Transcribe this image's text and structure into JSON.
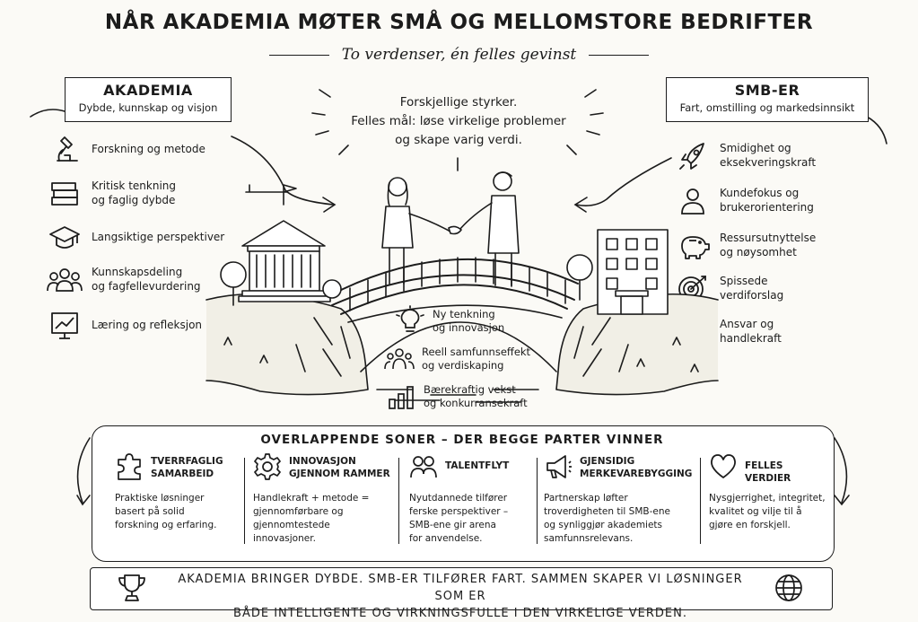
{
  "title": "NÅR AKADEMIA MØTER SMÅ OG MELLOMSTORE BEDRIFTER",
  "subtitle": "To verdenser, én felles gevinst",
  "academia": {
    "heading": "AKADEMIA",
    "subheading": "Dybde, kunnskap og visjon",
    "items": [
      {
        "icon": "microscope-icon",
        "label": "Forskning og metode"
      },
      {
        "icon": "books-icon",
        "label": "Kritisk tenkning\nog faglig dybde"
      },
      {
        "icon": "graduation-cap-icon",
        "label": "Langsiktige perspektiver"
      },
      {
        "icon": "people-group-icon",
        "label": "Kunnskapsdeling\nog fagfellevurdering"
      },
      {
        "icon": "chart-board-icon",
        "label": "Læring og refleksjon"
      }
    ]
  },
  "smb": {
    "heading": "SMB-ER",
    "subheading": "Fart, omstilling og markedsinnsikt",
    "items": [
      {
        "icon": "rocket-icon",
        "label": "Smidighet og\neksekveringskraft"
      },
      {
        "icon": "user-icon",
        "label": "Kundefokus og\nbrukerorientering"
      },
      {
        "icon": "piggy-bank-icon",
        "label": "Ressursutnyttelse\nog nøysomhet"
      },
      {
        "icon": "target-icon",
        "label": "Spissede\nverdiforslag"
      },
      {
        "icon": "team-icon",
        "label": "Ansvar og\nhandlekraft"
      }
    ]
  },
  "center_quote": "Forskjellige styrker.\nFelles mål: løse virkelige problemer\nog skape varig verdi.",
  "bridge_items": [
    {
      "icon": "lightbulb-icon",
      "label": "Ny tenkning\nog innovasjon"
    },
    {
      "icon": "community-icon",
      "label": "Reell samfunnseffekt\nog verdiskaping"
    },
    {
      "icon": "growth-bars-icon",
      "label": "Bærekraftig vekst\nog konkurransekraft"
    }
  ],
  "overlap": {
    "title": "OVERLAPPENDE SONER – DER BEGGE PARTER VINNER",
    "columns": [
      {
        "icon": "puzzle-icon",
        "heading": "TVERRFAGLIG\nSAMARBEID",
        "body": "Praktiske løsninger\nbasert på solid\nforskning og erfaring."
      },
      {
        "icon": "gear-icon",
        "heading": "INNOVASJON\nGJENNOM RAMMER",
        "body": "Handlekraft + metode =\ngjennomførbare og\ngjennomtestede\ninnovasjoner."
      },
      {
        "icon": "talent-icon",
        "heading": "TALENTFLYT",
        "body": "Nyutdannede tilfører\nferske perspektiver –\nSMB-ene gir arena\nfor anvendelse."
      },
      {
        "icon": "megaphone-icon",
        "heading": "GJENSIDIG\nMERKEVAREBYGGING",
        "body": "Partnerskap løfter\ntroverdigheten til SMB-ene\nog synliggjør akademiets\nsamfunnsrelevans."
      },
      {
        "icon": "heart-icon",
        "heading": "FELLES VERDIER",
        "body": "Nysgjerrighet, integritet,\nkvalitet og vilje til å\ngjøre en forskjell."
      }
    ]
  },
  "bottom_banner": {
    "text": "AKADEMIA BRINGER DYBDE. SMB-ER TILFØRER FART. SAMMEN SKAPER VI LØSNINGER SOM ER\nBÅDE INTELLIGENTE OG VIRKNINGSFULLE I DEN VIRKELIGE VERDEN.",
    "left_icon": "trophy-icon",
    "right_icon": "globe-icon"
  }
}
